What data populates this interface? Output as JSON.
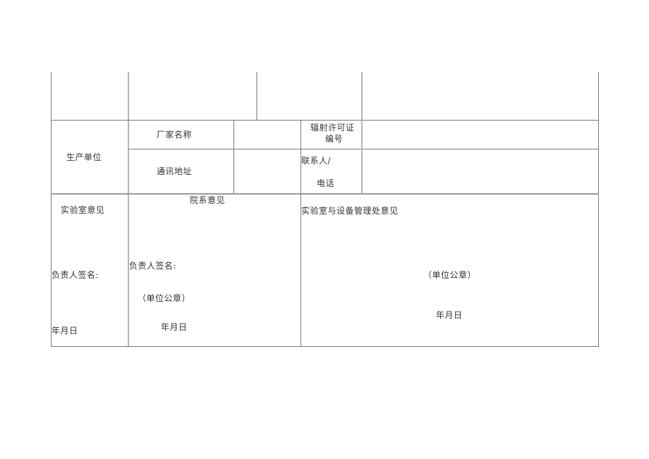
{
  "form": {
    "production_unit": {
      "label": "生产单位",
      "manufacturer_name_label": "厂家名称",
      "manufacturer_name_value": "",
      "radiation_license_label_line1": "辐射许可证",
      "radiation_license_label_line2": "编号",
      "radiation_license_value": "",
      "address_label": "通讯地址",
      "address_value": "",
      "contact_label_line1": "联系人/",
      "contact_label_line2": "电话",
      "contact_value": ""
    },
    "lab_opinion": {
      "title": "实验室意见",
      "signature_label": "负责人签名:",
      "date_label": "年月日"
    },
    "department_opinion": {
      "title": "院系意见",
      "signature_label": "负责人签名:",
      "seal_label": "（单位公章）",
      "date_label": "年月日"
    },
    "equipment_office_opinion": {
      "title": "实验室与设备管理处意见",
      "seal_label": "（单位公章）",
      "date_label": "年月日"
    }
  }
}
